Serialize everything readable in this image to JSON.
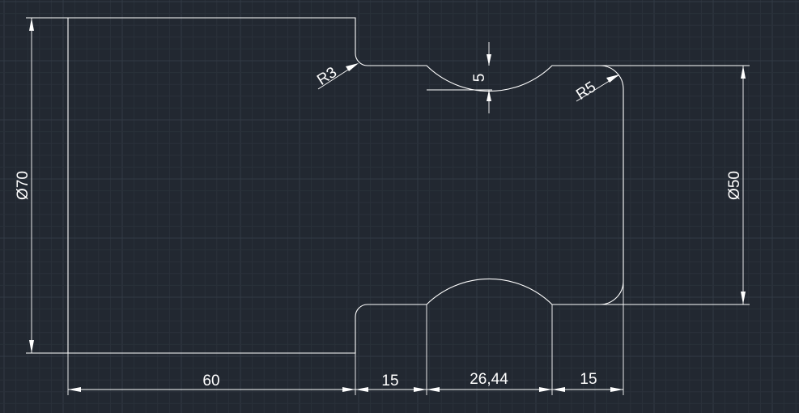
{
  "dimensions": {
    "dia_70": "Ø70",
    "dia_50": "Ø50",
    "radius_3": "R3",
    "radius_5": "R5",
    "depth_5": "5",
    "len_60": "60",
    "len_15_left": "15",
    "len_26_44": "26,44",
    "len_15_right": "15"
  },
  "colors": {
    "background": "#222831",
    "line": "#ffffff",
    "grid_minor": "#2a313a",
    "grid_major": "#323a45"
  }
}
